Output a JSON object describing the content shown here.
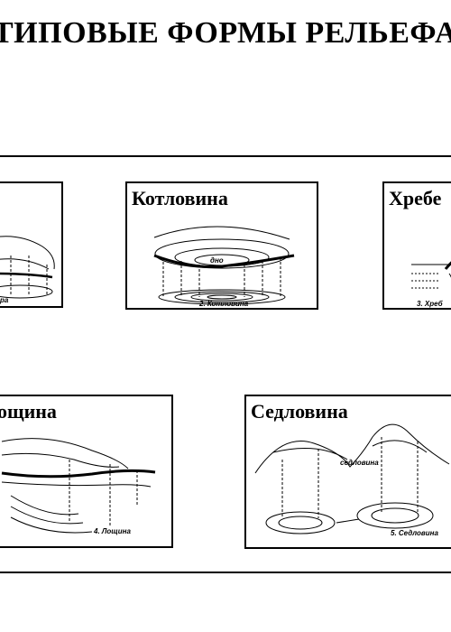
{
  "slide": {
    "title": "ТИПОВЫЕ ФОРМЫ РЕЛЬЕФА"
  },
  "figures": [
    {
      "label": "",
      "caption": "ра"
    },
    {
      "label": "Котловина",
      "caption": "2. Котловина",
      "inner_label": "дно"
    },
    {
      "label": "Хребе",
      "caption": "3. Хреб"
    },
    {
      "label": "ощина",
      "caption": "4. Лощина"
    },
    {
      "label": "Седловина",
      "caption": "5. Седловина",
      "inner_label": "седловина"
    }
  ]
}
